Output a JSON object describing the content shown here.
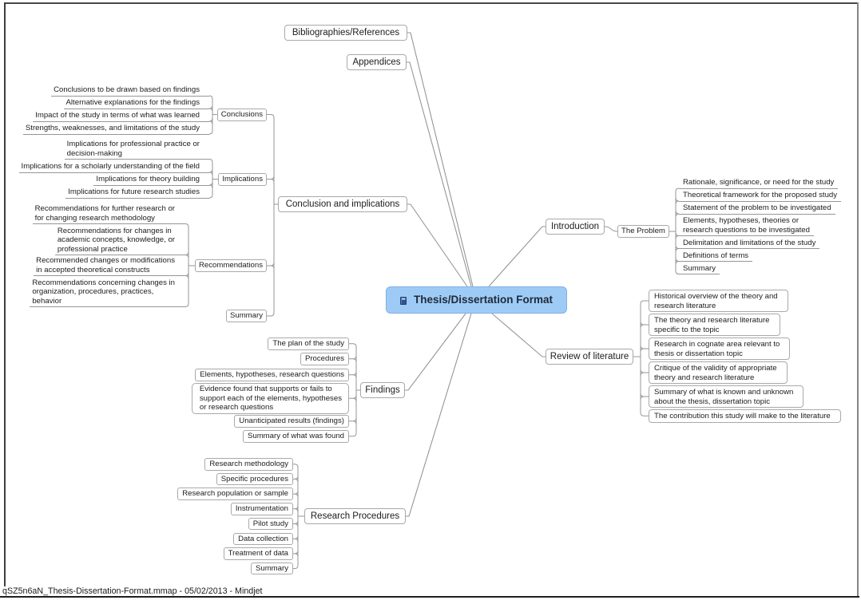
{
  "page": {
    "footer": "qSZ5n6aN_Thesis-Dissertation-Format.mmap - 05/02/2013 - Mindjet"
  },
  "theme": {
    "central_topic_fill": "#9ecbf6",
    "central_topic_border": "#7fb0e2",
    "central_topic_text": "#1f2a38",
    "topic_border": "#a9a9a9",
    "connector_line": "#969696"
  },
  "map": {
    "central_topic": {
      "label": "Thesis/Dissertation Format",
      "icon": "book-icon"
    },
    "main_topics": {
      "bibliographies": {
        "label": "Bibliographies/References"
      },
      "appendices": {
        "label": "Appendices"
      },
      "conclusion": {
        "label": "Conclusion and implications",
        "subtopics": {
          "conclusions": {
            "label": "Conclusions",
            "items": [
              "Conclusions to be drawn based on findings",
              "Alternative explanations for the findings",
              "Impact of the study in terms of what was learned",
              "Strengths, weaknesses, and limitations of the study"
            ]
          },
          "implications": {
            "label": "Implications",
            "items": [
              "Implications for professional practice or\ndecision-making",
              "Implications for a scholarly understanding of the field",
              "Implications for theory building",
              "Implications for future research studies"
            ]
          },
          "recommendations": {
            "label": "Recommendations",
            "items": [
              "Recommendations for further research or\nfor changing research methodology",
              "Recommendations for changes in\nacademic concepts, knowledge, or\nprofessional practice",
              "Recommended changes or modifications\nin accepted theoretical constructs",
              "Recommendations concerning changes in\norganization, procedures, practices,\nbehavior"
            ]
          },
          "summary": {
            "label": "Summary"
          }
        }
      },
      "introduction": {
        "label": "Introduction",
        "subtopics": {
          "the_problem": {
            "label": "The Problem",
            "items": [
              "Rationale, significance, or need for the study",
              "Theoretical framework for the proposed study",
              "Statement of the problem to be investigated",
              "Elements, hypotheses, theories or\nresearch questions to be investigated",
              "Delimitation and limitations of the study",
              "Definitions of terms",
              "Summary"
            ]
          }
        }
      },
      "review_of_literature": {
        "label": "Review of literature",
        "items": [
          "Historical overview of the theory and\nresearch literature",
          "The theory and research literature\nspecific to the topic",
          "Research in cognate area relevant to\nthesis or dissertation topic",
          "Critique of the validity of appropriate\ntheory and research literature",
          "Summary of what is known and unknown\nabout the thesis, dissertation topic",
          "The contribution this study will make to the literature"
        ]
      },
      "findings": {
        "label": "Findings",
        "items": [
          "The plan of the study",
          "Procedures",
          "Elements, hypotheses, research questions",
          "Evidence found that supports or fails to\nsupport each of the elements, hypotheses\nor research questions",
          "Unanticipated results (findings)",
          "Summary of what was found"
        ]
      },
      "research_procedures": {
        "label": "Research Procedures",
        "items": [
          "Research methodology",
          "Specific procedures",
          "Research population or sample",
          "Instrumentation",
          "Pilot study",
          "Data collection",
          "Treatment of data",
          "Summary"
        ]
      }
    }
  }
}
